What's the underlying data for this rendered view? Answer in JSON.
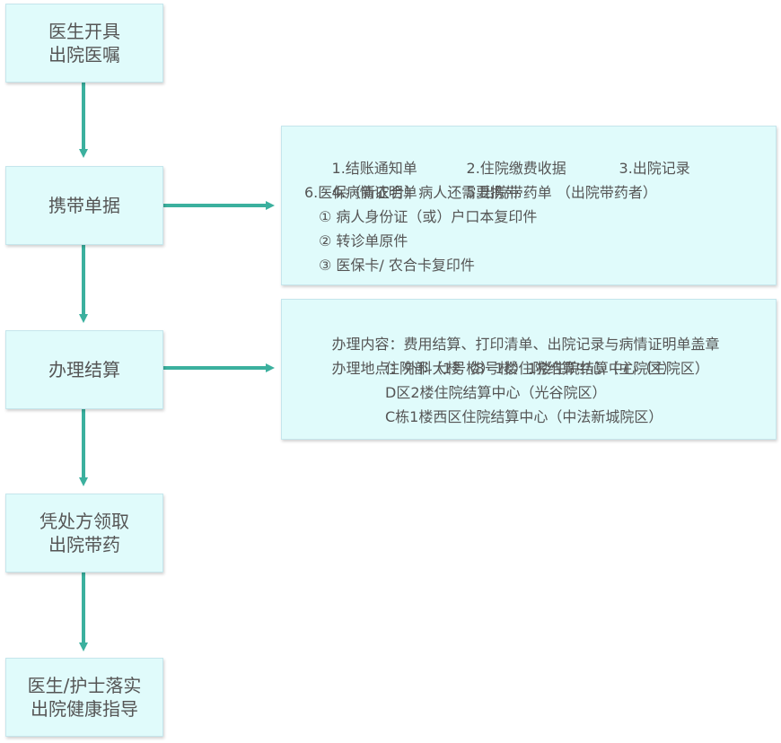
{
  "steps": [
    {
      "lines": [
        "医生开具",
        "出院医嘱"
      ]
    },
    {
      "lines": [
        "携带单据"
      ]
    },
    {
      "lines": [
        "办理结算"
      ]
    },
    {
      "lines": [
        "凭处方领取",
        "出院带药"
      ]
    },
    {
      "lines": [
        "医生/护士落实",
        "出院健康指导"
      ]
    }
  ],
  "documents_note": {
    "items": [
      "1.结账通知单",
      "2.住院缴费收据",
      "3.出院记录",
      "4.病情证明单",
      "5.出院带药单 （出院带药者）",
      "6.医保（新农合）病人还需要携带",
      "① 病人身份证（或）户口本复印件",
      "② 转诊单原件",
      "③ 医保卡/ 农合卡复印件"
    ]
  },
  "settlement_note": {
    "content_label": "办理内容：",
    "content": "费用结算、打印清单、出院记录与病情证明单盖章",
    "location_label": "办理地点：",
    "locations": [
      "外科大楼（8号楼）1楼住院结算中心（主院区）",
      "住院部（1号楼）1楼住院结算中心（主院区）",
      "D区2楼住院结算中心（光谷院区）",
      "C栋1楼西区住院结算中心（中法新城院区）"
    ]
  },
  "colors": {
    "box_fill": "#e0fbfb",
    "box_border": "#c5e6ec",
    "arrow": "#3bb09e",
    "text": "#555555"
  }
}
